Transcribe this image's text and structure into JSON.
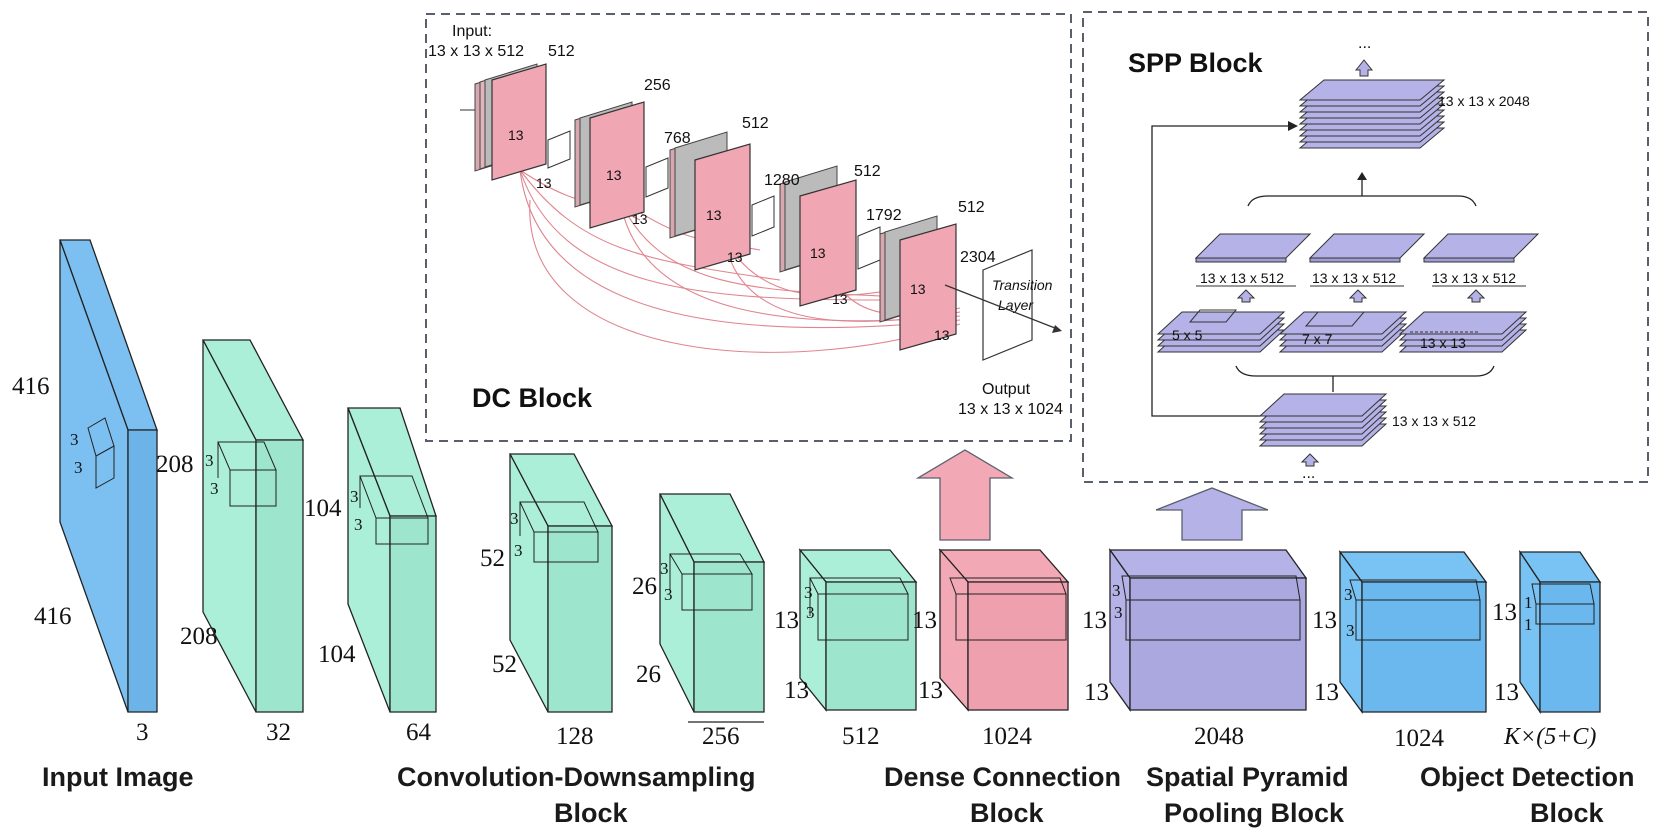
{
  "colors": {
    "input_blue": "#7cc0f2",
    "conv_green": "#acefd9",
    "dc_pink": "#f2a9b5",
    "spp_purple": "#b4b2e6",
    "out_blue": "#79c2f4",
    "frame": "#5a5f6e"
  },
  "pipeline": {
    "input": {
      "label": "Input Image",
      "height": "416",
      "width": "416",
      "channels": "3",
      "kernel_a": "3",
      "kernel_b": "3"
    },
    "conv1": {
      "height": "208",
      "width": "208",
      "channels": "32",
      "kernel_a": "3",
      "kernel_b": "3"
    },
    "conv2": {
      "height": "104",
      "width": "104",
      "channels": "64",
      "kernel_a": "3",
      "kernel_b": "3"
    },
    "conv3": {
      "height": "52",
      "width": "52",
      "channels": "128",
      "kernel_a": "3",
      "kernel_b": "3"
    },
    "conv4": {
      "height": "26",
      "width": "26",
      "channels": "256",
      "kernel_a": "3",
      "kernel_b": "3"
    },
    "conv5": {
      "height": "13",
      "width": "13",
      "channels": "512",
      "kernel_a": "3",
      "kernel_b": "3"
    },
    "conv_label_1": "Convolution-Downsampling",
    "conv_label_2": "Block",
    "dense": {
      "height": "13",
      "width": "13",
      "channels": "1024",
      "label_1": "Dense Connection",
      "label_2": "Block"
    },
    "spp": {
      "height": "13",
      "width": "13",
      "channels": "2048",
      "kernel_a": "3",
      "kernel_b": "3",
      "label_1": "Spatial Pyramid",
      "label_2": "Pooling Block"
    },
    "post": {
      "height": "13",
      "width": "13",
      "channels": "1024",
      "kernel_a": "3",
      "kernel_b": "3"
    },
    "detect": {
      "height": "13",
      "width": "13",
      "channels": "K×(5+C)",
      "kernel_a": "1",
      "kernel_b": "1",
      "label_1": "Object Detection",
      "label_2": "Block"
    }
  },
  "dc_block": {
    "title": "DC Block",
    "input_label": "Input:",
    "input_dims": "13 x 13 x 512",
    "output_label": "Output",
    "output_dims": "13 x 13 x 1024",
    "channel_labels": [
      "512",
      "256",
      "768",
      "512",
      "1280",
      "512",
      "1792",
      "512",
      "2304"
    ],
    "size_label": "13",
    "transition_label_1": "Transition",
    "transition_label_2": "Layer"
  },
  "spp_block": {
    "title": "SPP Block",
    "top_dims": "13 x 13 x 2048",
    "branch_dims": "13 x 13 x 512",
    "bottom_dims": "13 x 13 x 512",
    "pool_sizes": [
      "5 x 5",
      "7 x 7",
      "13 x 13"
    ],
    "ellipsis": "..."
  }
}
